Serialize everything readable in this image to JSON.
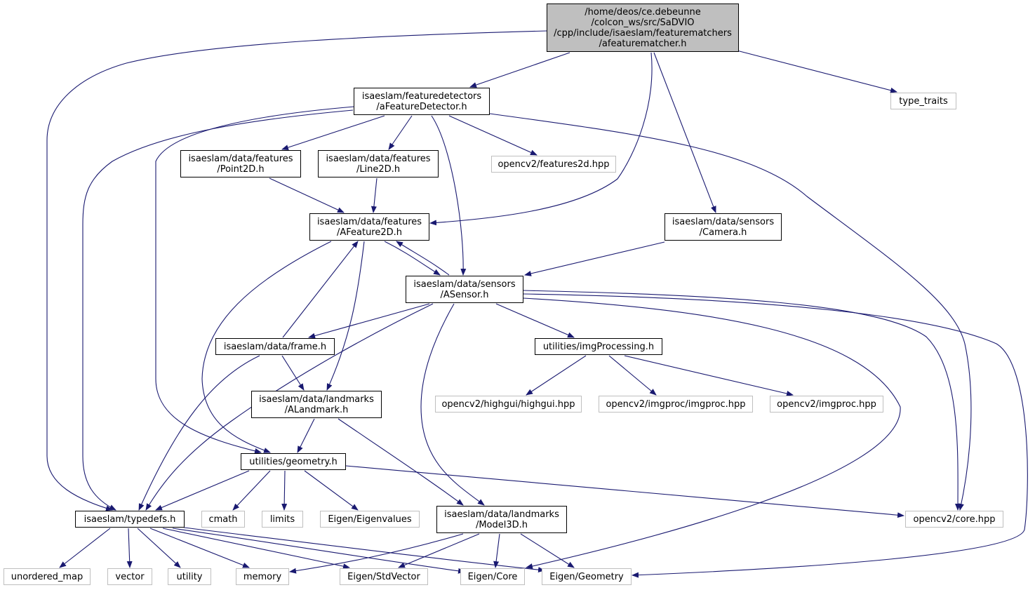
{
  "graph": {
    "edge_color": "#191970",
    "root_fill": "#bfbfbf",
    "external_border": "#bfbfbf",
    "nodes": {
      "root": [
        "/home/deos/ce.debeunne",
        "/colcon_ws/src/SaDVIO",
        "/cpp/include/isaeslam/featurematchers",
        "/afeaturematcher.h"
      ],
      "afeaturedetector": [
        "isaeslam/featuredetectors",
        "/aFeatureDetector.h"
      ],
      "type_traits": [
        "type_traits"
      ],
      "point2d": [
        "isaeslam/data/features",
        "/Point2D.h"
      ],
      "line2d": [
        "isaeslam/data/features",
        "/Line2D.h"
      ],
      "features2d": [
        "opencv2/features2d.hpp"
      ],
      "afeature2d": [
        "isaeslam/data/features",
        "/AFeature2D.h"
      ],
      "camera": [
        "isaeslam/data/sensors",
        "/Camera.h"
      ],
      "asensor": [
        "isaeslam/data/sensors",
        "/ASensor.h"
      ],
      "frame": [
        "isaeslam/data/frame.h"
      ],
      "imgprocessing": [
        "utilities/imgProcessing.h"
      ],
      "alandmark": [
        "isaeslam/data/landmarks",
        "/ALandmark.h"
      ],
      "highgui": [
        "opencv2/highgui/highgui.hpp"
      ],
      "imgproc_imgproc": [
        "opencv2/imgproc/imgproc.hpp"
      ],
      "imgproc": [
        "opencv2/imgproc.hpp"
      ],
      "geometry": [
        "utilities/geometry.h"
      ],
      "typedefs": [
        "isaeslam/typedefs.h"
      ],
      "cmath": [
        "cmath"
      ],
      "limits": [
        "limits"
      ],
      "eigenvalues": [
        "Eigen/Eigenvalues"
      ],
      "model3d": [
        "isaeslam/data/landmarks",
        "/Model3D.h"
      ],
      "core_hpp": [
        "opencv2/core.hpp"
      ],
      "unordered_map": [
        "unordered_map"
      ],
      "vector": [
        "vector"
      ],
      "utility": [
        "utility"
      ],
      "memory": [
        "memory"
      ],
      "stdvector": [
        "Eigen/StdVector"
      ],
      "eigen_core": [
        "Eigen/Core"
      ],
      "eigen_geometry": [
        "Eigen/Geometry"
      ]
    }
  }
}
